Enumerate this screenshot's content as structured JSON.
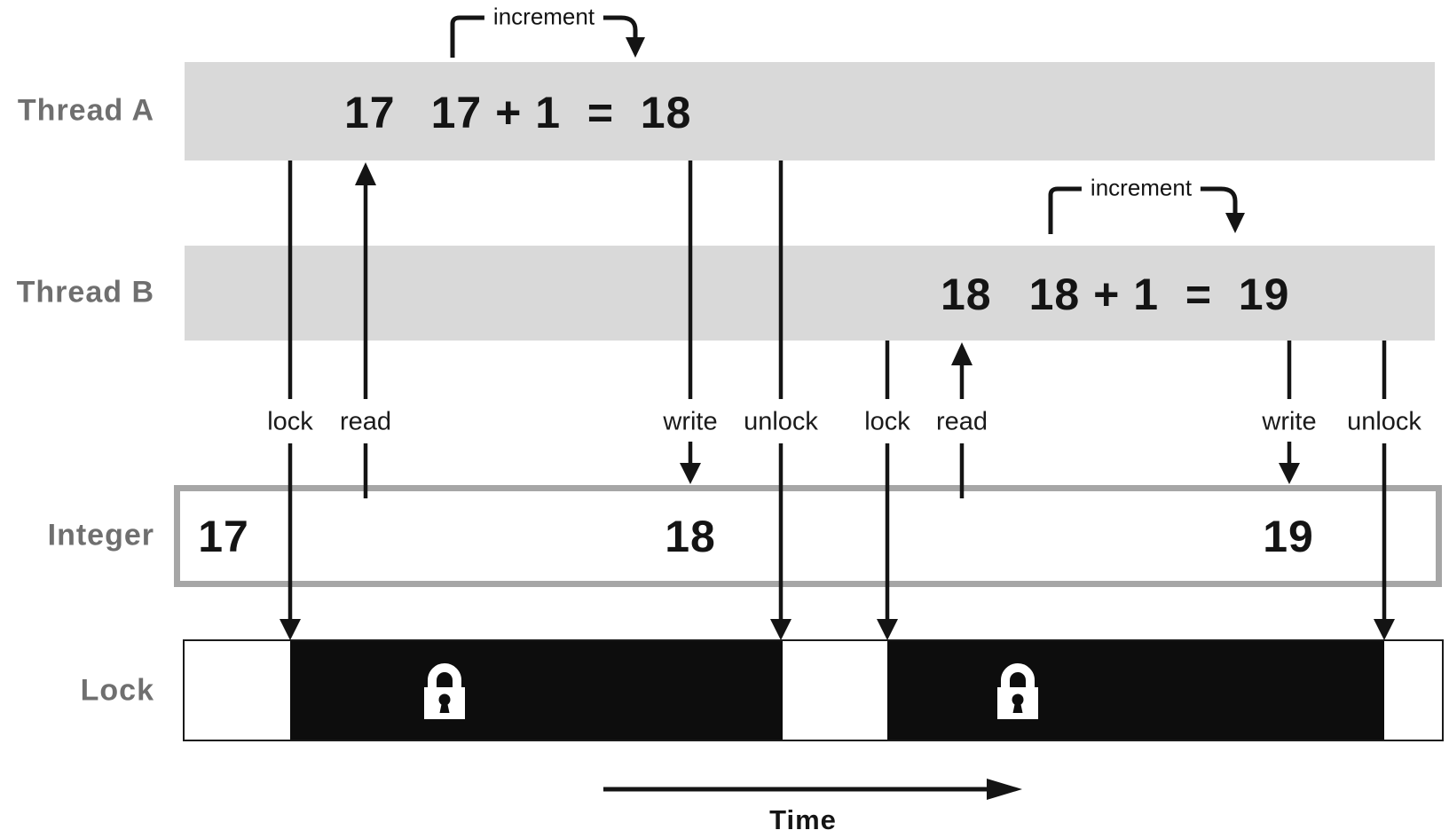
{
  "row_labels": {
    "thread_a": "Thread A",
    "thread_b": "Thread B",
    "integer": "Integer",
    "lock": "Lock"
  },
  "thread_a": {
    "increment_label": "increment",
    "read_value": "17",
    "expression": "17 + 1  =  18",
    "events": [
      {
        "label": "lock"
      },
      {
        "label": "read"
      },
      {
        "label": "write"
      },
      {
        "label": "unlock"
      }
    ]
  },
  "thread_b": {
    "increment_label": "increment",
    "read_value": "18",
    "expression": "18 + 1  =  19",
    "events": [
      {
        "label": "lock"
      },
      {
        "label": "read"
      },
      {
        "label": "write"
      },
      {
        "label": "unlock"
      }
    ]
  },
  "integer_values": [
    "17",
    "18",
    "19"
  ],
  "time_axis": {
    "label": "Time"
  },
  "icons": {
    "padlock": "locked-padlock-icon"
  },
  "colors": {
    "thread_bar_gray": "#d9d9d9",
    "row_label_gray": "#6f6f6f",
    "integer_border_gray": "#a6a6a6",
    "lock_fill_black": "#0d0d0d",
    "ink": "#141414",
    "background": "#ffffff"
  }
}
